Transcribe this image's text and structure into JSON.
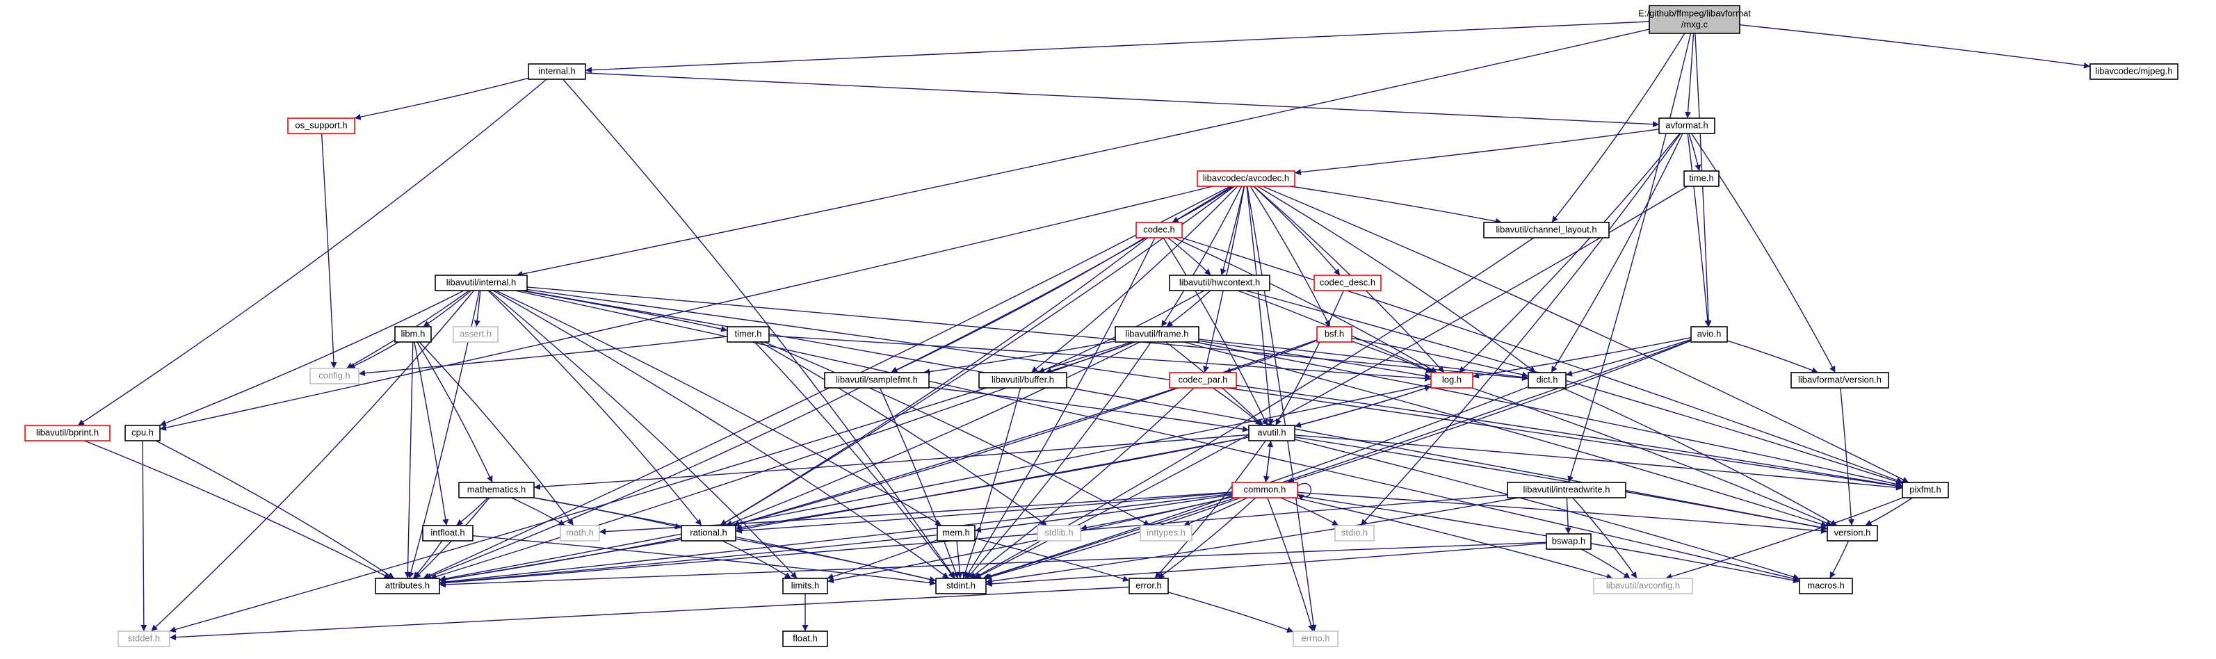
{
  "colors": {
    "edge": "#191970",
    "node_border_normal": "#000000",
    "node_border_red": "#ff0000",
    "node_border_gray": "#bfbfbf",
    "text_normal": "#000000",
    "text_gray": "#8c8c8c",
    "root_fill": "#bfbfbf"
  },
  "nodes": [
    {
      "id": "root",
      "lines": [
        "E:/github/ffmpeg/libavformat",
        "/mxg.c"
      ],
      "style": "root"
    },
    {
      "id": "internal_h",
      "lines": [
        "internal.h"
      ],
      "style": "normal"
    },
    {
      "id": "mjpeg_h",
      "lines": [
        "libavcodec/mjpeg.h"
      ],
      "style": "normal"
    },
    {
      "id": "avformat_h",
      "lines": [
        "avformat.h"
      ],
      "style": "normal"
    },
    {
      "id": "os_support_h",
      "lines": [
        "os_support.h"
      ],
      "style": "red"
    },
    {
      "id": "avcodec_h",
      "lines": [
        "libavcodec/avcodec.h"
      ],
      "style": "red"
    },
    {
      "id": "time_h",
      "lines": [
        "time.h"
      ],
      "style": "normal"
    },
    {
      "id": "codec_h",
      "lines": [
        "codec.h"
      ],
      "style": "red"
    },
    {
      "id": "channel_layout_h",
      "lines": [
        "libavutil/channel_layout.h"
      ],
      "style": "normal"
    },
    {
      "id": "lavu_internal_h",
      "lines": [
        "libavutil/internal.h"
      ],
      "style": "normal"
    },
    {
      "id": "hwcontext_h",
      "lines": [
        "libavutil/hwcontext.h"
      ],
      "style": "normal"
    },
    {
      "id": "codec_desc_h",
      "lines": [
        "codec_desc.h"
      ],
      "style": "red"
    },
    {
      "id": "libm_h",
      "lines": [
        "libm.h"
      ],
      "style": "normal"
    },
    {
      "id": "assert_h",
      "lines": [
        "assert.h"
      ],
      "style": "gray"
    },
    {
      "id": "timer_h",
      "lines": [
        "timer.h"
      ],
      "style": "normal"
    },
    {
      "id": "frame_h",
      "lines": [
        "libavutil/frame.h"
      ],
      "style": "normal"
    },
    {
      "id": "bsf_h",
      "lines": [
        "bsf.h"
      ],
      "style": "red"
    },
    {
      "id": "avio_h",
      "lines": [
        "avio.h"
      ],
      "style": "normal"
    },
    {
      "id": "config_h",
      "lines": [
        "config.h"
      ],
      "style": "gray"
    },
    {
      "id": "samplefmt_h",
      "lines": [
        "libavutil/samplefmt.h"
      ],
      "style": "normal"
    },
    {
      "id": "buffer_h",
      "lines": [
        "libavutil/buffer.h"
      ],
      "style": "normal"
    },
    {
      "id": "codec_par_h",
      "lines": [
        "codec_par.h"
      ],
      "style": "red"
    },
    {
      "id": "log_h",
      "lines": [
        "log.h"
      ],
      "style": "red"
    },
    {
      "id": "dict_h",
      "lines": [
        "dict.h"
      ],
      "style": "normal"
    },
    {
      "id": "lavf_version_h",
      "lines": [
        "libavformat/version.h"
      ],
      "style": "normal"
    },
    {
      "id": "bprint_h",
      "lines": [
        "libavutil/bprint.h"
      ],
      "style": "red"
    },
    {
      "id": "cpu_h",
      "lines": [
        "cpu.h"
      ],
      "style": "normal"
    },
    {
      "id": "avutil_h",
      "lines": [
        "avutil.h"
      ],
      "style": "normal"
    },
    {
      "id": "mathematics_h",
      "lines": [
        "mathematics.h"
      ],
      "style": "normal"
    },
    {
      "id": "common_h",
      "lines": [
        "common.h"
      ],
      "style": "red"
    },
    {
      "id": "intreadwrite_h",
      "lines": [
        "libavutil/intreadwrite.h"
      ],
      "style": "normal"
    },
    {
      "id": "pixfmt_h",
      "lines": [
        "pixfmt.h"
      ],
      "style": "normal"
    },
    {
      "id": "intfloat_h",
      "lines": [
        "intfloat.h"
      ],
      "style": "normal"
    },
    {
      "id": "math_h",
      "lines": [
        "math.h"
      ],
      "style": "gray"
    },
    {
      "id": "rational_h",
      "lines": [
        "rational.h"
      ],
      "style": "normal"
    },
    {
      "id": "mem_h",
      "lines": [
        "mem.h"
      ],
      "style": "normal"
    },
    {
      "id": "stdlib_h",
      "lines": [
        "stdlib.h"
      ],
      "style": "gray"
    },
    {
      "id": "inttypes_h",
      "lines": [
        "inttypes.h"
      ],
      "style": "gray"
    },
    {
      "id": "stdio_h",
      "lines": [
        "stdio.h"
      ],
      "style": "gray"
    },
    {
      "id": "bswap_h",
      "lines": [
        "bswap.h"
      ],
      "style": "normal"
    },
    {
      "id": "version_h",
      "lines": [
        "version.h"
      ],
      "style": "normal"
    },
    {
      "id": "attributes_h",
      "lines": [
        "attributes.h"
      ],
      "style": "normal"
    },
    {
      "id": "limits_h",
      "lines": [
        "limits.h"
      ],
      "style": "normal"
    },
    {
      "id": "stdint_h",
      "lines": [
        "stdint.h"
      ],
      "style": "normal"
    },
    {
      "id": "error_h",
      "lines": [
        "error.h"
      ],
      "style": "normal"
    },
    {
      "id": "avconfig_h",
      "lines": [
        "libavutil/avconfig.h"
      ],
      "style": "gray"
    },
    {
      "id": "macros_h",
      "lines": [
        "macros.h"
      ],
      "style": "normal"
    },
    {
      "id": "stddef_h",
      "lines": [
        "stddef.h"
      ],
      "style": "gray"
    },
    {
      "id": "float_h",
      "lines": [
        "float.h"
      ],
      "style": "normal"
    },
    {
      "id": "errno_h",
      "lines": [
        "errno.h"
      ],
      "style": "gray"
    }
  ],
  "edges": [
    [
      "root",
      "internal_h"
    ],
    [
      "root",
      "mjpeg_h"
    ],
    [
      "root",
      "avformat_h"
    ],
    [
      "root",
      "lavu_internal_h"
    ],
    [
      "root",
      "channel_layout_h"
    ],
    [
      "root",
      "avio_h"
    ],
    [
      "root",
      "intreadwrite_h"
    ],
    [
      "internal_h",
      "os_support_h"
    ],
    [
      "internal_h",
      "avformat_h"
    ],
    [
      "internal_h",
      "bprint_h"
    ],
    [
      "internal_h",
      "stdint_h"
    ],
    [
      "os_support_h",
      "config_h"
    ],
    [
      "avformat_h",
      "avcodec_h"
    ],
    [
      "avformat_h",
      "time_h"
    ],
    [
      "avformat_h",
      "avio_h"
    ],
    [
      "avformat_h",
      "lavf_version_h"
    ],
    [
      "avformat_h",
      "log_h"
    ],
    [
      "avformat_h",
      "dict_h"
    ],
    [
      "avformat_h",
      "stdio_h"
    ],
    [
      "time_h",
      "stdint_h"
    ],
    [
      "avcodec_h",
      "codec_h"
    ],
    [
      "avcodec_h",
      "channel_layout_h"
    ],
    [
      "avcodec_h",
      "hwcontext_h"
    ],
    [
      "avcodec_h",
      "codec_desc_h"
    ],
    [
      "avcodec_h",
      "bsf_h"
    ],
    [
      "avcodec_h",
      "frame_h"
    ],
    [
      "avcodec_h",
      "samplefmt_h"
    ],
    [
      "avcodec_h",
      "buffer_h"
    ],
    [
      "avcodec_h",
      "codec_par_h"
    ],
    [
      "avcodec_h",
      "log_h"
    ],
    [
      "avcodec_h",
      "dict_h"
    ],
    [
      "avcodec_h",
      "avutil_h"
    ],
    [
      "avcodec_h",
      "pixfmt_h"
    ],
    [
      "avcodec_h",
      "rational_h"
    ],
    [
      "avcodec_h",
      "attributes_h"
    ],
    [
      "avcodec_h",
      "errno_h"
    ],
    [
      "avcodec_h",
      "cpu_h"
    ],
    [
      "codec_h",
      "hwcontext_h"
    ],
    [
      "codec_h",
      "samplefmt_h"
    ],
    [
      "codec_h",
      "rational_h"
    ],
    [
      "codec_h",
      "stdint_h"
    ],
    [
      "codec_h",
      "log_h"
    ],
    [
      "codec_h",
      "avutil_h"
    ],
    [
      "codec_h",
      "pixfmt_h"
    ],
    [
      "channel_layout_h",
      "stdint_h"
    ],
    [
      "hwcontext_h",
      "frame_h"
    ],
    [
      "hwcontext_h",
      "buffer_h"
    ],
    [
      "hwcontext_h",
      "log_h"
    ],
    [
      "hwcontext_h",
      "pixfmt_h"
    ],
    [
      "codec_desc_h",
      "avutil_h"
    ],
    [
      "bsf_h",
      "codec_par_h"
    ],
    [
      "bsf_h",
      "log_h"
    ],
    [
      "bsf_h",
      "dict_h"
    ],
    [
      "bsf_h",
      "rational_h"
    ],
    [
      "lavu_internal_h",
      "libm_h"
    ],
    [
      "lavu_internal_h",
      "assert_h"
    ],
    [
      "lavu_internal_h",
      "timer_h"
    ],
    [
      "lavu_internal_h",
      "config_h"
    ],
    [
      "lavu_internal_h",
      "cpu_h"
    ],
    [
      "lavu_internal_h",
      "dict_h"
    ],
    [
      "lavu_internal_h",
      "pixfmt_h"
    ],
    [
      "lavu_internal_h",
      "version_h"
    ],
    [
      "lavu_internal_h",
      "attributes_h"
    ],
    [
      "lavu_internal_h",
      "stddef_h"
    ],
    [
      "lavu_internal_h",
      "stdint_h"
    ],
    [
      "lavu_internal_h",
      "limits_h"
    ],
    [
      "lavu_internal_h",
      "mem_h"
    ],
    [
      "lavu_internal_h",
      "macros_h"
    ],
    [
      "lavu_internal_h",
      "rational_h"
    ],
    [
      "libm_h",
      "config_h"
    ],
    [
      "libm_h",
      "mathematics_h"
    ],
    [
      "libm_h",
      "intfloat_h"
    ],
    [
      "libm_h",
      "math_h"
    ],
    [
      "libm_h",
      "attributes_h"
    ],
    [
      "timer_h",
      "config_h"
    ],
    [
      "timer_h",
      "log_h"
    ],
    [
      "timer_h",
      "stdlib_h"
    ],
    [
      "timer_h",
      "inttypes_h"
    ],
    [
      "timer_h",
      "stdint_h"
    ],
    [
      "frame_h",
      "samplefmt_h"
    ],
    [
      "frame_h",
      "buffer_h"
    ],
    [
      "frame_h",
      "dict_h"
    ],
    [
      "frame_h",
      "log_h"
    ],
    [
      "frame_h",
      "avutil_h"
    ],
    [
      "frame_h",
      "rational_h"
    ],
    [
      "frame_h",
      "pixfmt_h"
    ],
    [
      "frame_h",
      "version_h"
    ],
    [
      "frame_h",
      "stdint_h"
    ],
    [
      "frame_h",
      "attributes_h"
    ],
    [
      "frame_h",
      "stddef_h"
    ],
    [
      "avio_h",
      "log_h"
    ],
    [
      "avio_h",
      "dict_h"
    ],
    [
      "avio_h",
      "lavf_version_h"
    ],
    [
      "avio_h",
      "common_h"
    ],
    [
      "avio_h",
      "stdint_h"
    ],
    [
      "samplefmt_h",
      "avutil_h"
    ],
    [
      "samplefmt_h",
      "stdint_h"
    ],
    [
      "samplefmt_h",
      "attributes_h"
    ],
    [
      "buffer_h",
      "stdint_h"
    ],
    [
      "codec_par_h",
      "avutil_h"
    ],
    [
      "codec_par_h",
      "rational_h"
    ],
    [
      "codec_par_h",
      "pixfmt_h"
    ],
    [
      "codec_par_h",
      "stdint_h"
    ],
    [
      "log_h",
      "avutil_h"
    ],
    [
      "log_h",
      "version_h"
    ],
    [
      "log_h",
      "attributes_h"
    ],
    [
      "dict_h",
      "stdint_h"
    ],
    [
      "dict_h",
      "version_h"
    ],
    [
      "lavf_version_h",
      "version_h"
    ],
    [
      "bprint_h",
      "attributes_h"
    ],
    [
      "cpu_h",
      "attributes_h"
    ],
    [
      "cpu_h",
      "stddef_h"
    ],
    [
      "avutil_h",
      "log_h"
    ],
    [
      "avutil_h",
      "common_h"
    ],
    [
      "avutil_h",
      "mathematics_h"
    ],
    [
      "avutil_h",
      "rational_h"
    ],
    [
      "avutil_h",
      "pixfmt_h"
    ],
    [
      "avutil_h",
      "version_h"
    ],
    [
      "avutil_h",
      "error_h"
    ],
    [
      "avutil_h",
      "macros_h"
    ],
    [
      "avutil_h",
      "attributes_h"
    ],
    [
      "mathematics_h",
      "intfloat_h"
    ],
    [
      "mathematics_h",
      "math_h"
    ],
    [
      "mathematics_h",
      "rational_h"
    ],
    [
      "mathematics_h",
      "attributes_h"
    ],
    [
      "mathematics_h",
      "stdint_h"
    ],
    [
      "common_h",
      "common_h"
    ],
    [
      "common_h",
      "avutil_h"
    ],
    [
      "common_h",
      "rational_h"
    ],
    [
      "common_h",
      "math_h"
    ],
    [
      "common_h",
      "mem_h"
    ],
    [
      "common_h",
      "stdlib_h"
    ],
    [
      "common_h",
      "inttypes_h"
    ],
    [
      "common_h",
      "stdio_h"
    ],
    [
      "common_h",
      "version_h"
    ],
    [
      "common_h",
      "macros_h"
    ],
    [
      "common_h",
      "attributes_h"
    ],
    [
      "common_h",
      "stdint_h"
    ],
    [
      "common_h",
      "limits_h"
    ],
    [
      "common_h",
      "error_h"
    ],
    [
      "common_h",
      "errno_h"
    ],
    [
      "common_h",
      "avconfig_h"
    ],
    [
      "intreadwrite_h",
      "bswap_h"
    ],
    [
      "intreadwrite_h",
      "avconfig_h"
    ],
    [
      "intreadwrite_h",
      "attributes_h"
    ],
    [
      "intreadwrite_h",
      "stdint_h"
    ],
    [
      "pixfmt_h",
      "version_h"
    ],
    [
      "pixfmt_h",
      "avconfig_h"
    ],
    [
      "intfloat_h",
      "attributes_h"
    ],
    [
      "intfloat_h",
      "stdint_h"
    ],
    [
      "rational_h",
      "stdint_h"
    ],
    [
      "rational_h",
      "limits_h"
    ],
    [
      "rational_h",
      "attributes_h"
    ],
    [
      "mem_h",
      "limits_h"
    ],
    [
      "mem_h",
      "stdint_h"
    ],
    [
      "mem_h",
      "attributes_h"
    ],
    [
      "mem_h",
      "error_h"
    ],
    [
      "bswap_h",
      "stdint_h"
    ],
    [
      "bswap_h",
      "avconfig_h"
    ],
    [
      "bswap_h",
      "attributes_h"
    ],
    [
      "version_h",
      "macros_h"
    ],
    [
      "limits_h",
      "float_h"
    ],
    [
      "error_h",
      "errno_h"
    ],
    [
      "error_h",
      "stddef_h"
    ]
  ]
}
